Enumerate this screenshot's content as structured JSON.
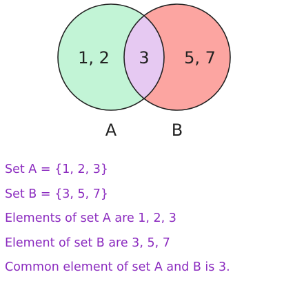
{
  "diagram": {
    "sets": [
      {
        "label": "A",
        "only_elements": "1, 2",
        "fill": "#c2f4d6"
      },
      {
        "label": "B",
        "only_elements": "5, 7",
        "fill": "#fca5a1"
      }
    ],
    "intersection": {
      "elements": "3",
      "fill": "#e6c9f2"
    },
    "outline_color": "#222222"
  },
  "text_color": "#8b2bbf",
  "lines": [
    "Set A = {1, 2, 3}",
    "Set B = {3, 5, 7}",
    "Elements of set A are 1, 2, 3",
    "Element of set B are 3, 5, 7",
    "Common element of set A and B is 3."
  ]
}
